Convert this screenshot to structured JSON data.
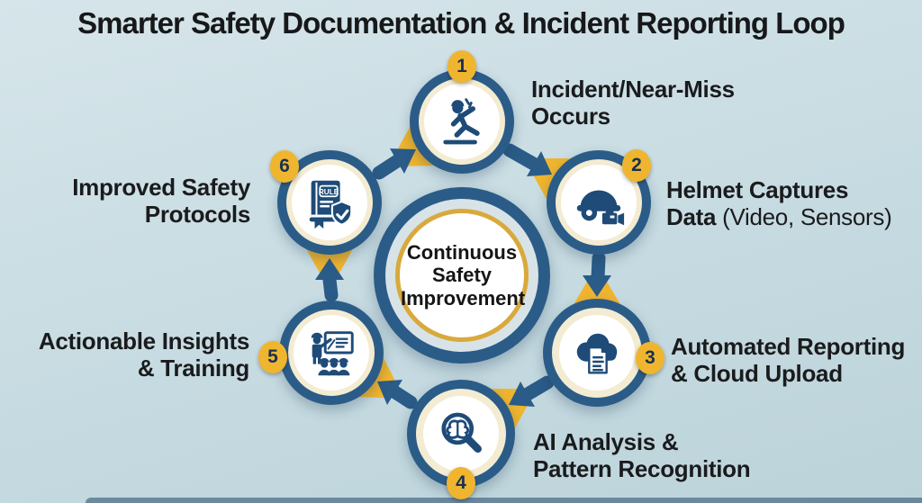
{
  "title": "Smarter Safety Documentation & Incident Reporting Loop",
  "center": {
    "label": "Continuous Safety Improvement"
  },
  "steps": [
    {
      "number": "1",
      "icon": "falling-worker-icon",
      "lines": [
        "Incident/Near-Miss",
        "Occurs"
      ]
    },
    {
      "number": "2",
      "icon": "helmet-camera-icon",
      "line1": "Helmet Captures",
      "line2_bold": "Data",
      "line2_regular": " (Video, Sensors)"
    },
    {
      "number": "3",
      "icon": "cloud-upload-document-icon",
      "lines": [
        "Automated Reporting",
        "& Cloud Upload"
      ]
    },
    {
      "number": "4",
      "icon": "brain-magnifier-icon",
      "lines": [
        "AI Analysis &",
        "Pattern Recognition"
      ]
    },
    {
      "number": "5",
      "icon": "safety-training-icon",
      "lines": [
        "Actionable Insights",
        "& Training"
      ]
    },
    {
      "number": "6",
      "icon": "rulebook-shield-icon",
      "icon_label": "RULE",
      "lines": [
        "Improved Safety",
        "Protocols"
      ]
    }
  ],
  "colors": {
    "background": "#c9dde3",
    "navy": "#2b5c88",
    "icon_navy": "#1e4b78",
    "accent_yellow": "#f0b52f",
    "cream_ring": "#f3ecd2",
    "gold_ring": "#d9a93c",
    "text": "#1a1b1d"
  }
}
